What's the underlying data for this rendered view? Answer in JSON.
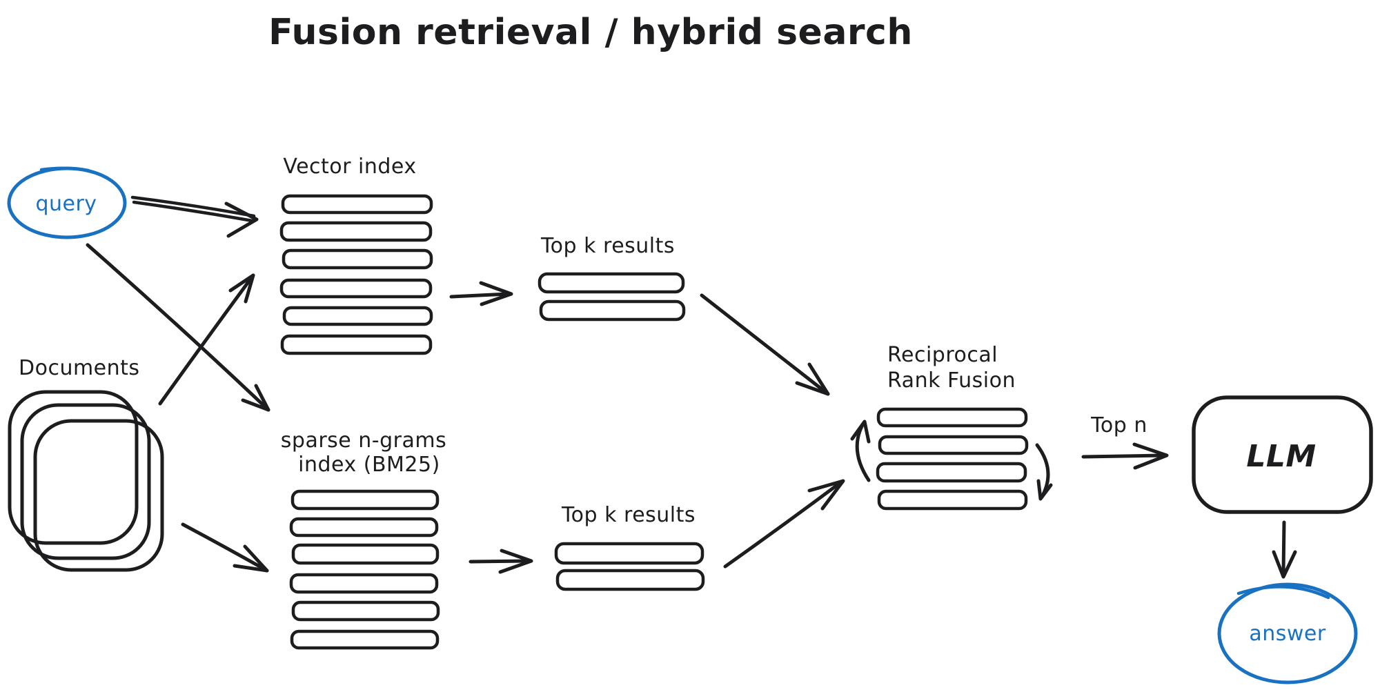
{
  "title": "Fusion retrieval / hybrid search",
  "colors": {
    "ink": "#1d1d20",
    "accent_blue": "#1971c2",
    "background": "#ffffff"
  },
  "nodes": {
    "query": {
      "label": "query",
      "shape": "ellipse",
      "stroke_color": "#1971c2"
    },
    "documents": {
      "label": "Documents",
      "shape": "stacked-rounded-squares",
      "stack_count": 3
    },
    "vector_index": {
      "label": "Vector index",
      "shape": "bar-stack",
      "bar_count": 6
    },
    "sparse_index": {
      "label_line1": "sparse n-grams",
      "label_line2": "index (BM25)",
      "shape": "bar-stack",
      "bar_count": 6
    },
    "top_k_vector": {
      "label": "Top k results",
      "shape": "bar-stack",
      "bar_count": 2
    },
    "top_k_sparse": {
      "label": "Top k results",
      "shape": "bar-stack",
      "bar_count": 2
    },
    "rrf": {
      "label_line1": "Reciprocal",
      "label_line2": "Rank Fusion",
      "shape": "bar-stack",
      "bar_count": 4
    },
    "llm": {
      "label": "LLM",
      "shape": "rounded-rectangle"
    },
    "answer": {
      "label": "answer",
      "shape": "ellipse",
      "stroke_color": "#1971c2"
    }
  },
  "edges": {
    "top_n_label": "Top n",
    "connections": [
      {
        "from": "query",
        "to": "vector_index"
      },
      {
        "from": "query",
        "to": "sparse_index"
      },
      {
        "from": "documents",
        "to": "vector_index"
      },
      {
        "from": "documents",
        "to": "sparse_index"
      },
      {
        "from": "vector_index",
        "to": "top_k_vector"
      },
      {
        "from": "sparse_index",
        "to": "top_k_sparse"
      },
      {
        "from": "top_k_vector",
        "to": "rrf"
      },
      {
        "from": "top_k_sparse",
        "to": "rrf"
      },
      {
        "from": "rrf",
        "to": "llm",
        "label": "Top n"
      },
      {
        "from": "llm",
        "to": "answer"
      }
    ]
  }
}
